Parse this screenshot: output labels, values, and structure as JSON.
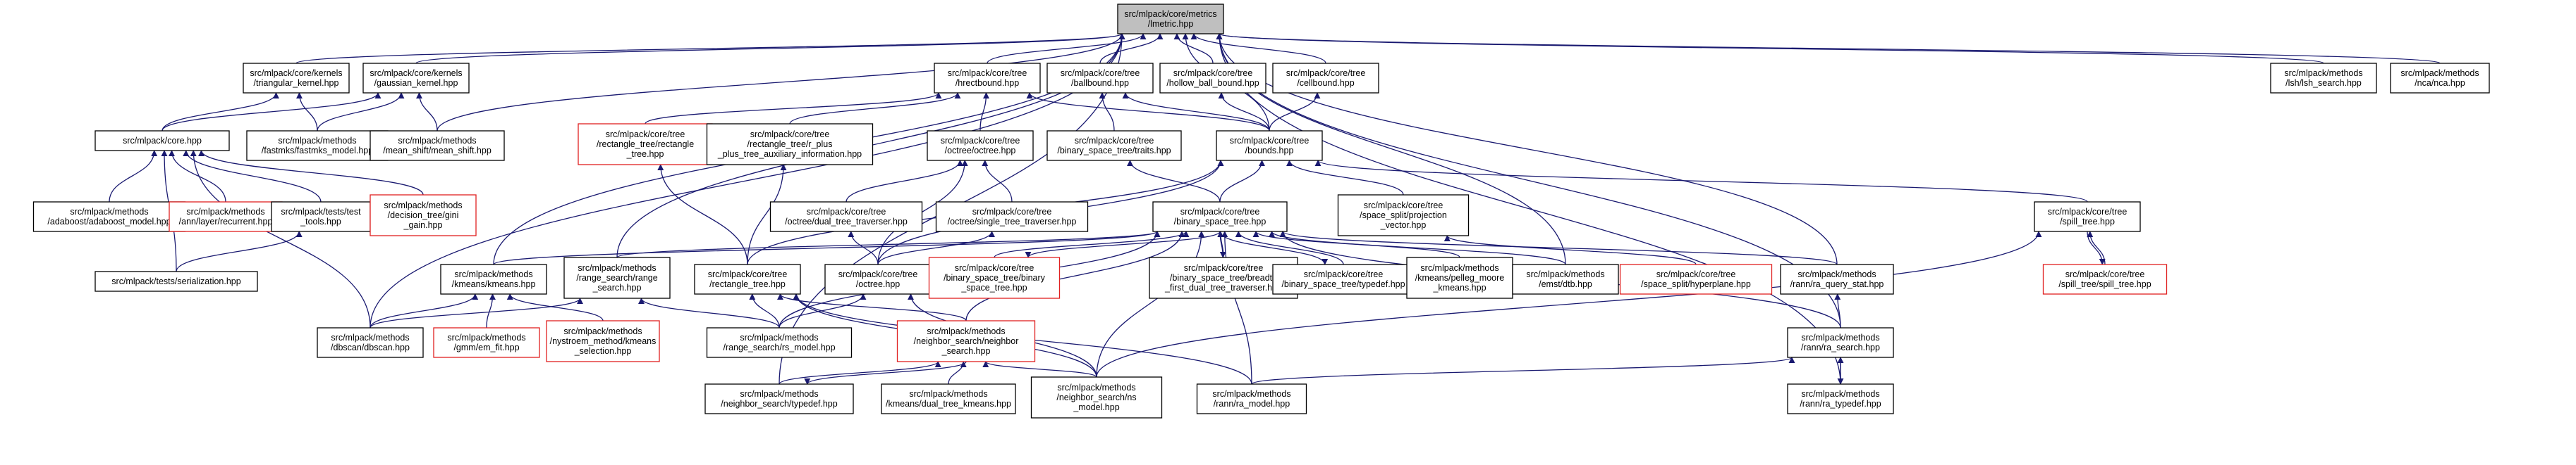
{
  "graph": {
    "nodes": [
      {
        "id": "metric",
        "label": "src/mlpack/core/metrics\n/lmetric.hpp",
        "root": true
      },
      {
        "id": "triangular",
        "label": "src/mlpack/core/kernels\n/triangular_kernel.hpp"
      },
      {
        "id": "gaussian",
        "label": "src/mlpack/core/kernels\n/gaussian_kernel.hpp"
      },
      {
        "id": "hrectbound",
        "label": "src/mlpack/core/tree\n/hrectbound.hpp"
      },
      {
        "id": "ballbound",
        "label": "src/mlpack/core/tree\n/ballbound.hpp"
      },
      {
        "id": "hollowball",
        "label": "src/mlpack/core/tree\n/hollow_ball_bound.hpp"
      },
      {
        "id": "cellbound",
        "label": "src/mlpack/core/tree\n/cellbound.hpp"
      },
      {
        "id": "lshsearch",
        "label": "src/mlpack/methods\n/lsh/lsh_search.hpp"
      },
      {
        "id": "nca",
        "label": "src/mlpack/methods\n/nca/nca.hpp"
      },
      {
        "id": "core",
        "label": "src/mlpack/core.hpp"
      },
      {
        "id": "fastmks",
        "label": "src/mlpack/methods\n/fastmks/fastmks_model.hpp"
      },
      {
        "id": "meanshift",
        "label": "src/mlpack/methods\n/mean_shift/mean_shift.hpp"
      },
      {
        "id": "rectangle",
        "label": "src/mlpack/core/tree\n/rectangle_tree/rectangle\n_tree.hpp",
        "red": true
      },
      {
        "id": "rplusplus",
        "label": "src/mlpack/core/tree\n/rectangle_tree/r_plus\n_plus_tree_auxiliary_information.hpp"
      },
      {
        "id": "octree",
        "label": "src/mlpack/core/tree\n/octree/octree.hpp"
      },
      {
        "id": "bstraits",
        "label": "src/mlpack/core/tree\n/binary_space_tree/traits.hpp"
      },
      {
        "id": "bounds",
        "label": "src/mlpack/core/tree\n/bounds.hpp"
      },
      {
        "id": "adaboost",
        "label": "src/mlpack/methods\n/adaboost/adaboost_model.hpp"
      },
      {
        "id": "recurrent",
        "label": "src/mlpack/methods\n/ann/layer/recurrent.hpp",
        "red": true
      },
      {
        "id": "testtools",
        "label": "src/mlpack/tests/test\n_tools.hpp"
      },
      {
        "id": "gini",
        "label": "src/mlpack/methods\n/decision_tree/gini\n_gain.hpp",
        "red": true
      },
      {
        "id": "octdual",
        "label": "src/mlpack/core/tree\n/octree/dual_tree_traverser.hpp"
      },
      {
        "id": "octsingle",
        "label": "src/mlpack/core/tree\n/octree/single_tree_traverser.hpp"
      },
      {
        "id": "bst",
        "label": "src/mlpack/core/tree\n/binary_space_tree.hpp"
      },
      {
        "id": "projvec",
        "label": "src/mlpack/core/tree\n/space_split/projection\n_vector.hpp"
      },
      {
        "id": "spilltree",
        "label": "src/mlpack/core/tree\n/spill_tree.hpp"
      },
      {
        "id": "serialization",
        "label": "src/mlpack/tests/serialization.hpp"
      },
      {
        "id": "kmeans",
        "label": "src/mlpack/methods\n/kmeans/kmeans.hpp"
      },
      {
        "id": "rangesearch",
        "label": "src/mlpack/methods\n/range_search/range\n_search.hpp"
      },
      {
        "id": "recttree",
        "label": "src/mlpack/core/tree\n/rectangle_tree.hpp"
      },
      {
        "id": "octreeh",
        "label": "src/mlpack/core/tree\n/octree.hpp"
      },
      {
        "id": "bsthpp",
        "label": "src/mlpack/core/tree\n/binary_space_tree/binary\n_space_tree.hpp",
        "red": true
      },
      {
        "id": "breadth",
        "label": "src/mlpack/core/tree\n/binary_space_tree/breadth\n_first_dual_tree_traverser.hpp"
      },
      {
        "id": "typedef",
        "label": "src/mlpack/core/tree\n/binary_space_tree/typedef.hpp"
      },
      {
        "id": "pelleg",
        "label": "src/mlpack/methods\n/kmeans/pelleg_moore\n_kmeans.hpp"
      },
      {
        "id": "emst",
        "label": "src/mlpack/methods\n/emst/dtb.hpp"
      },
      {
        "id": "hyperplane",
        "label": "src/mlpack/core/tree\n/space_split/hyperplane.hpp",
        "red": true
      },
      {
        "id": "rastat",
        "label": "src/mlpack/methods\n/rann/ra_query_stat.hpp"
      },
      {
        "id": "spilltreehpp",
        "label": "src/mlpack/core/tree\n/spill_tree/spill_tree.hpp",
        "red": true
      },
      {
        "id": "dbscan",
        "label": "src/mlpack/methods\n/dbscan/dbscan.hpp"
      },
      {
        "id": "emfit",
        "label": "src/mlpack/methods\n/gmm/em_fit.hpp",
        "red": true
      },
      {
        "id": "nystroem",
        "label": "src/mlpack/methods\n/nystroem_method/kmeans\n_selection.hpp",
        "red": true
      },
      {
        "id": "rsmodel",
        "label": "src/mlpack/methods\n/range_search/rs_model.hpp"
      },
      {
        "id": "nsearch",
        "label": "src/mlpack/methods\n/neighbor_search/neighbor\n_search.hpp",
        "red": true
      },
      {
        "id": "rasearch",
        "label": "src/mlpack/methods\n/rann/ra_search.hpp"
      },
      {
        "id": "nstypedef",
        "label": "src/mlpack/methods\n/neighbor_search/typedef.hpp"
      },
      {
        "id": "dualkmeans",
        "label": "src/mlpack/methods\n/kmeans/dual_tree_kmeans.hpp"
      },
      {
        "id": "nsmodel",
        "label": "src/mlpack/methods\n/neighbor_search/ns\n_model.hpp"
      },
      {
        "id": "ramodel",
        "label": "src/mlpack/methods\n/rann/ra_model.hpp"
      },
      {
        "id": "ratypedef",
        "label": "src/mlpack/methods\n/rann/ra_typedef.hpp"
      }
    ],
    "edges": [
      [
        "metric",
        "triangular"
      ],
      [
        "metric",
        "gaussian"
      ],
      [
        "metric",
        "hrectbound"
      ],
      [
        "metric",
        "ballbound"
      ],
      [
        "metric",
        "hollowball"
      ],
      [
        "metric",
        "cellbound"
      ],
      [
        "metric",
        "lshsearch"
      ],
      [
        "metric",
        "nca"
      ],
      [
        "metric",
        "meanshift"
      ],
      [
        "metric",
        "bounds"
      ],
      [
        "metric",
        "rangesearch"
      ],
      [
        "metric",
        "kmeans"
      ],
      [
        "metric",
        "emst"
      ],
      [
        "metric",
        "rastat"
      ],
      [
        "metric",
        "rasearch"
      ],
      [
        "metric",
        "ratypedef"
      ],
      [
        "metric",
        "dbscan"
      ],
      [
        "metric",
        "nstypedef"
      ],
      [
        "triangular",
        "core"
      ],
      [
        "triangular",
        "fastmks"
      ],
      [
        "gaussian",
        "core"
      ],
      [
        "gaussian",
        "fastmks"
      ],
      [
        "gaussian",
        "meanshift"
      ],
      [
        "core",
        "adaboost"
      ],
      [
        "core",
        "recurrent"
      ],
      [
        "core",
        "testtools"
      ],
      [
        "core",
        "gini"
      ],
      [
        "core",
        "serialization"
      ],
      [
        "core",
        "dbscan"
      ],
      [
        "testtools",
        "serialization"
      ],
      [
        "hrectbound",
        "rectangle"
      ],
      [
        "hrectbound",
        "rplusplus"
      ],
      [
        "hrectbound",
        "octree"
      ],
      [
        "hrectbound",
        "bounds"
      ],
      [
        "ballbound",
        "bstraits"
      ],
      [
        "ballbound",
        "bounds"
      ],
      [
        "hollowball",
        "bounds"
      ],
      [
        "cellbound",
        "bounds"
      ],
      [
        "rectangle",
        "recttree"
      ],
      [
        "rplusplus",
        "recttree"
      ],
      [
        "octree",
        "octdual"
      ],
      [
        "octree",
        "octsingle"
      ],
      [
        "octree",
        "octreeh"
      ],
      [
        "octdual",
        "octreeh"
      ],
      [
        "octsingle",
        "octreeh"
      ],
      [
        "bstraits",
        "bst"
      ],
      [
        "bounds",
        "bst"
      ],
      [
        "bounds",
        "projvec"
      ],
      [
        "bounds",
        "spilltree"
      ],
      [
        "bounds",
        "recttree"
      ],
      [
        "bounds",
        "octreeh"
      ],
      [
        "projvec",
        "hyperplane"
      ],
      [
        "spilltree",
        "spilltreehpp"
      ],
      [
        "spilltreehpp",
        "spilltree"
      ],
      [
        "spilltree",
        "nsmodel"
      ],
      [
        "bst",
        "bsthpp"
      ],
      [
        "bsthpp",
        "bst"
      ],
      [
        "bst",
        "breadth"
      ],
      [
        "breadth",
        "bst"
      ],
      [
        "bst",
        "typedef"
      ],
      [
        "typedef",
        "bst"
      ],
      [
        "bst",
        "pelleg"
      ],
      [
        "bst",
        "emst"
      ],
      [
        "bst",
        "rastat"
      ],
      [
        "bst",
        "kmeans"
      ],
      [
        "bst",
        "rangesearch"
      ],
      [
        "bst",
        "nsearch"
      ],
      [
        "bst",
        "rsmodel"
      ],
      [
        "bst",
        "nsmodel"
      ],
      [
        "bst",
        "rasearch"
      ],
      [
        "bst",
        "ramodel"
      ],
      [
        "kmeans",
        "dbscan"
      ],
      [
        "kmeans",
        "emfit"
      ],
      [
        "kmeans",
        "nystroem"
      ],
      [
        "rangesearch",
        "dbscan"
      ],
      [
        "rangesearch",
        "rsmodel"
      ],
      [
        "recttree",
        "rsmodel"
      ],
      [
        "recttree",
        "nsearch"
      ],
      [
        "recttree",
        "nsmodel"
      ],
      [
        "recttree",
        "ramodel"
      ],
      [
        "octreeh",
        "rsmodel"
      ],
      [
        "octreeh",
        "nsmodel"
      ],
      [
        "nsearch",
        "nstypedef"
      ],
      [
        "nstypedef",
        "nsearch"
      ],
      [
        "nsearch",
        "dualkmeans"
      ],
      [
        "nsearch",
        "nsmodel"
      ],
      [
        "rastat",
        "rasearch"
      ],
      [
        "rasearch",
        "ramodel"
      ],
      [
        "rasearch",
        "ratypedef"
      ],
      [
        "ratypedef",
        "rasearch"
      ]
    ]
  }
}
